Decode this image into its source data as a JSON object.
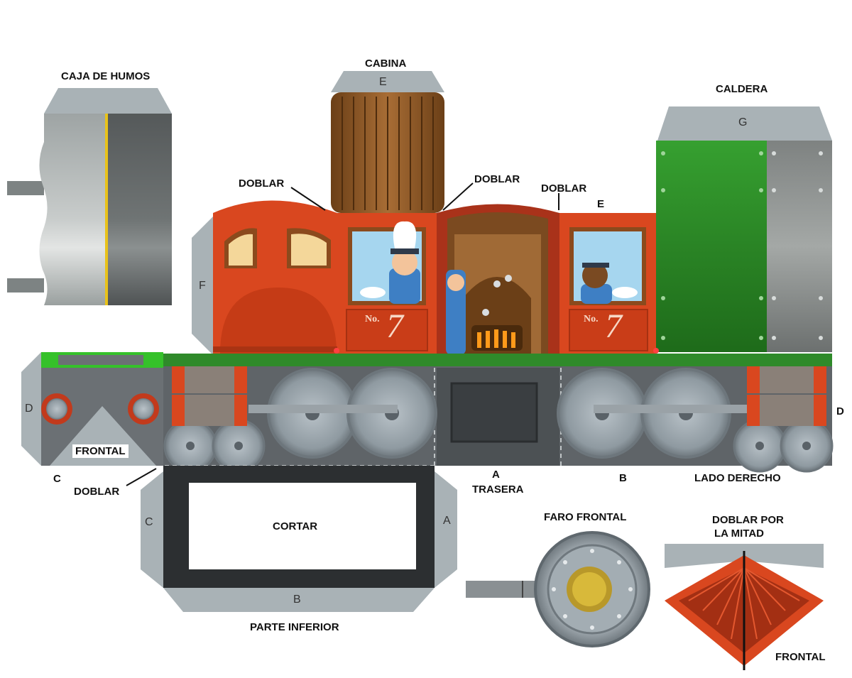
{
  "labels": {
    "smokebox": "CAJA DE HUMOS",
    "cabin": "CABINA",
    "boiler": "CALDERA",
    "fold1": "DOBLAR",
    "fold2": "DOBLAR",
    "fold3": "DOBLAR",
    "fold4": "DOBLAR",
    "front": "FRONTAL",
    "back_line1": "A",
    "back_line2": "TRASERA",
    "right_side": "LADO DERECHO",
    "cut": "CORTAR",
    "bottom": "PARTE INFERIOR",
    "headlight": "FARO FRONTAL",
    "fold_half_line1": "DOBLAR POR",
    "fold_half_line2": "LA MITAD",
    "front_cone": "FRONTAL"
  },
  "tabs": {
    "cabin_top": "E",
    "boiler_top": "G",
    "cab_right": "E",
    "cab_left": "F",
    "front_left": "D",
    "right_end": "D",
    "front_bottom": "C",
    "bottom_left": "C",
    "bottom_right": "A",
    "bottom_base": "B",
    "side_bottom": "B"
  },
  "cab_number": "No.",
  "cab_digit": "7",
  "colors": {
    "cab_red": "#d9471f",
    "boiler_green": "#2f8a2a",
    "tab_grey": "#a9b2b6",
    "chassis_grey": "#5f6468",
    "roof_brown": "#8a5a2b"
  }
}
